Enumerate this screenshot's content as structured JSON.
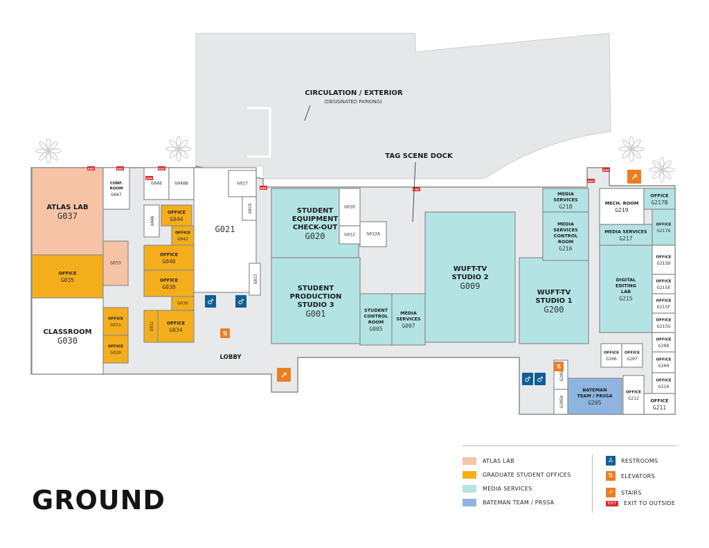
{
  "floor": "GROUND",
  "colors": {
    "atlas": "#f6c3a6",
    "grad": "#f5ae1b",
    "media": "#b4e3e4",
    "bateman": "#8db5e0",
    "exterior": "#e6e7e8",
    "corridor": "#e8e9ea",
    "wall": "#8a8c8e",
    "restroom": "#0e5f96",
    "stairs": "#ee7d22",
    "exit": "#d72a2a"
  },
  "labels": {
    "circulation": "CIRCULATION / EXTERIOR",
    "designated_parking": "(DESIGNATED PARKING)",
    "tag_scene_dock": "TAG SCENE DOCK",
    "lobby": "LOBBY",
    "exit": "EXIT"
  },
  "rooms": [
    {
      "id": "G037",
      "lines": [
        "ATLAS LAB"
      ],
      "cat": "atlas"
    },
    {
      "id": "G047",
      "lines": [
        "CONF.",
        "ROOM"
      ],
      "cat": "none"
    },
    {
      "id": "G035",
      "lines": [
        "OFFICE"
      ],
      "cat": "grad"
    },
    {
      "id": "G033",
      "lines": [],
      "cat": "atlas"
    },
    {
      "id": "G030",
      "lines": [
        "CLASSROOM"
      ],
      "cat": "none"
    },
    {
      "id": "G031",
      "lines": [
        "OFFICE"
      ],
      "cat": "grad"
    },
    {
      "id": "G029",
      "lines": [
        "OFFICE"
      ],
      "cat": "grad"
    },
    {
      "id": "G048",
      "lines": [],
      "cat": "none"
    },
    {
      "id": "G048B",
      "lines": [],
      "cat": "none"
    },
    {
      "id": "G046",
      "lines": [],
      "cat": "none"
    },
    {
      "id": "G044",
      "lines": [
        "OFFICE"
      ],
      "cat": "grad"
    },
    {
      "id": "G042",
      "lines": [
        "OFFICE"
      ],
      "cat": "grad"
    },
    {
      "id": "G040",
      "lines": [
        "OFFICE"
      ],
      "cat": "grad"
    },
    {
      "id": "G038",
      "lines": [
        "OFFICE"
      ],
      "cat": "grad"
    },
    {
      "id": "G036",
      "lines": [],
      "cat": "grad"
    },
    {
      "id": "G032",
      "lines": [],
      "cat": "grad"
    },
    {
      "id": "G034",
      "lines": [
        "OFFICE"
      ],
      "cat": "grad"
    },
    {
      "id": "G021",
      "lines": [],
      "cat": "none"
    },
    {
      "id": "G017",
      "lines": [],
      "cat": "none"
    },
    {
      "id": "G019",
      "lines": [],
      "cat": "none"
    },
    {
      "id": "G023",
      "lines": [],
      "cat": "none"
    },
    {
      "id": "G020",
      "lines": [
        "STUDENT",
        "EQUIPMENT",
        "CHECK-OUT"
      ],
      "cat": "media"
    },
    {
      "id": "G001",
      "lines": [
        "STUDENT",
        "PRODUCTION",
        "STUDIO 3"
      ],
      "cat": "media"
    },
    {
      "id": "G010",
      "lines": [],
      "cat": "none"
    },
    {
      "id": "G012",
      "lines": [],
      "cat": "none"
    },
    {
      "id": "G012A",
      "lines": [],
      "cat": "none"
    },
    {
      "id": "G005",
      "lines": [
        "STUDENT",
        "CONTROL",
        "ROOM"
      ],
      "cat": "media"
    },
    {
      "id": "G007",
      "lines": [
        "MEDIA",
        "SERVICES"
      ],
      "cat": "media"
    },
    {
      "id": "G009",
      "lines": [
        "WUFT-TV",
        "STUDIO 2"
      ],
      "cat": "media"
    },
    {
      "id": "G200",
      "lines": [
        "WUFT-TV",
        "STUDIO 1"
      ],
      "cat": "media"
    },
    {
      "id": "G218",
      "lines": [
        "MEDIA",
        "SERVICES"
      ],
      "cat": "media"
    },
    {
      "id": "G216",
      "lines": [
        "MEDIA",
        "SERVICES",
        "CONTROL",
        "ROOM"
      ],
      "cat": "media"
    },
    {
      "id": "G219",
      "lines": [
        "MECH. ROOM"
      ],
      "cat": "none"
    },
    {
      "id": "G217",
      "lines": [
        "MEDIA SERVICES"
      ],
      "cat": "media"
    },
    {
      "id": "G217B",
      "lines": [
        "OFFICE"
      ],
      "cat": "media"
    },
    {
      "id": "G217A",
      "lines": [
        "OFFICE"
      ],
      "cat": "media"
    },
    {
      "id": "G215",
      "lines": [
        "DIGITAL",
        "EDITING",
        "LAB"
      ],
      "cat": "media"
    },
    {
      "id": "G215D",
      "lines": [
        "OFFICE"
      ],
      "cat": "none"
    },
    {
      "id": "G215E",
      "lines": [
        "OFFICE"
      ],
      "cat": "none"
    },
    {
      "id": "G215F",
      "lines": [
        "OFFICE"
      ],
      "cat": "none"
    },
    {
      "id": "G215G",
      "lines": [
        "OFFICE"
      ],
      "cat": "none"
    },
    {
      "id": "G208",
      "lines": [
        "OFFICE"
      ],
      "cat": "none"
    },
    {
      "id": "G209",
      "lines": [
        "OFFICE"
      ],
      "cat": "none"
    },
    {
      "id": "G210",
      "lines": [
        "OFFICE"
      ],
      "cat": "none"
    },
    {
      "id": "G211",
      "lines": [
        "OFFICE"
      ],
      "cat": "none"
    },
    {
      "id": "G206",
      "lines": [
        "OFFICE"
      ],
      "cat": "none"
    },
    {
      "id": "G207",
      "lines": [
        "OFFICE"
      ],
      "cat": "none"
    },
    {
      "id": "G212",
      "lines": [
        "OFFICE"
      ],
      "cat": "none"
    },
    {
      "id": "G205",
      "lines": [
        "BATEMAN",
        "TEAM / PRSSA"
      ],
      "cat": "bateman"
    },
    {
      "id": "G205A",
      "lines": [],
      "cat": "none"
    },
    {
      "id": "G205B",
      "lines": [],
      "cat": "none"
    }
  ],
  "legend": {
    "categories": [
      {
        "label": "ATLAS LAB",
        "cat": "atlas"
      },
      {
        "label": "GRADUATE STUDENT OFFICES",
        "cat": "grad"
      },
      {
        "label": "MEDIA SERVICES",
        "cat": "media"
      },
      {
        "label": "BATEMAN TEAM / PRSSA",
        "cat": "bateman"
      }
    ],
    "symbols": [
      {
        "label": "RESTROOMS",
        "icon": "restroom-icon"
      },
      {
        "label": "ELEVATORS",
        "icon": "elevator-icon"
      },
      {
        "label": "STAIRS",
        "icon": "stairs-icon"
      },
      {
        "label": "EXIT TO OUTSIDE",
        "icon": "exit-icon"
      }
    ]
  }
}
